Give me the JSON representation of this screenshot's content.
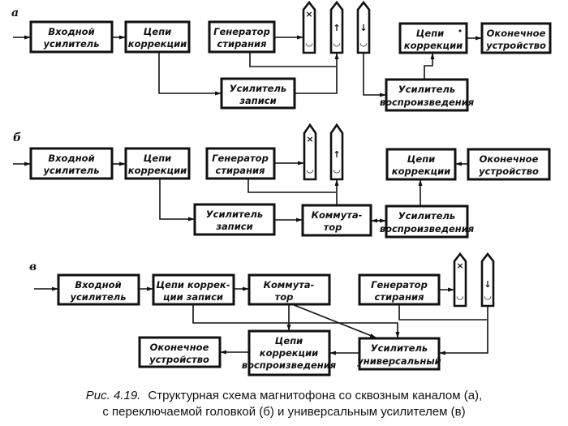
{
  "diagrams": [
    {
      "label": "а",
      "blocks": {
        "input_amp": [
          "Входной",
          "усилитель"
        ],
        "correction": [
          "Цепи",
          "коррекции"
        ],
        "erase_gen": [
          "Генератор",
          "стирания"
        ],
        "record_amp": [
          "Усилитель",
          "записи"
        ],
        "play_correction": [
          "Цепи",
          "коррекции"
        ],
        "output_device": [
          "Оконечное",
          "устройство"
        ],
        "play_amp": [
          "Усилитель",
          "воспроизведения"
        ]
      },
      "heads": [
        "erase-head",
        "record-head",
        "playback-head"
      ]
    },
    {
      "label": "б",
      "blocks": {
        "input_amp": [
          "Входной",
          "усилитель"
        ],
        "correction": [
          "Цепи",
          "коррекции"
        ],
        "erase_gen": [
          "Генератор",
          "стирания"
        ],
        "record_amp": [
          "Усилитель",
          "записи"
        ],
        "switch": [
          "Коммута-",
          "тор"
        ],
        "play_amp": [
          "Усилитель",
          "воспроизведения"
        ],
        "play_correction": [
          "Цепи",
          "коррекции"
        ],
        "output_device": [
          "Оконечное",
          "устройство"
        ]
      },
      "heads": [
        "erase-head",
        "universal-head"
      ]
    },
    {
      "label": "в",
      "blocks": {
        "input_amp": [
          "Входной",
          "усилитель"
        ],
        "rec_correction": [
          "Цепи коррек-",
          "ции записи"
        ],
        "switch": [
          "Коммута-",
          "тор"
        ],
        "erase_gen": [
          "Генератор",
          "стирания"
        ],
        "output_device": [
          "Оконечное",
          "устройство"
        ],
        "play_correction": [
          "Цепи",
          "коррекции",
          "воспроизведения"
        ],
        "universal_amp": [
          "Усилитель",
          "универсальный"
        ]
      },
      "heads": [
        "erase-head",
        "universal-head"
      ]
    }
  ],
  "head_symbols": {
    "erase": "×",
    "gap": "◡",
    "up": "↑",
    "down": "↓"
  },
  "caption": {
    "prefix": "Рис. 4.19.",
    "line1": "Структурная схема магнитофона со сквозным каналом (а),",
    "line2": "с переключаемой головкой (б) и универсальным усилителем (в)"
  }
}
